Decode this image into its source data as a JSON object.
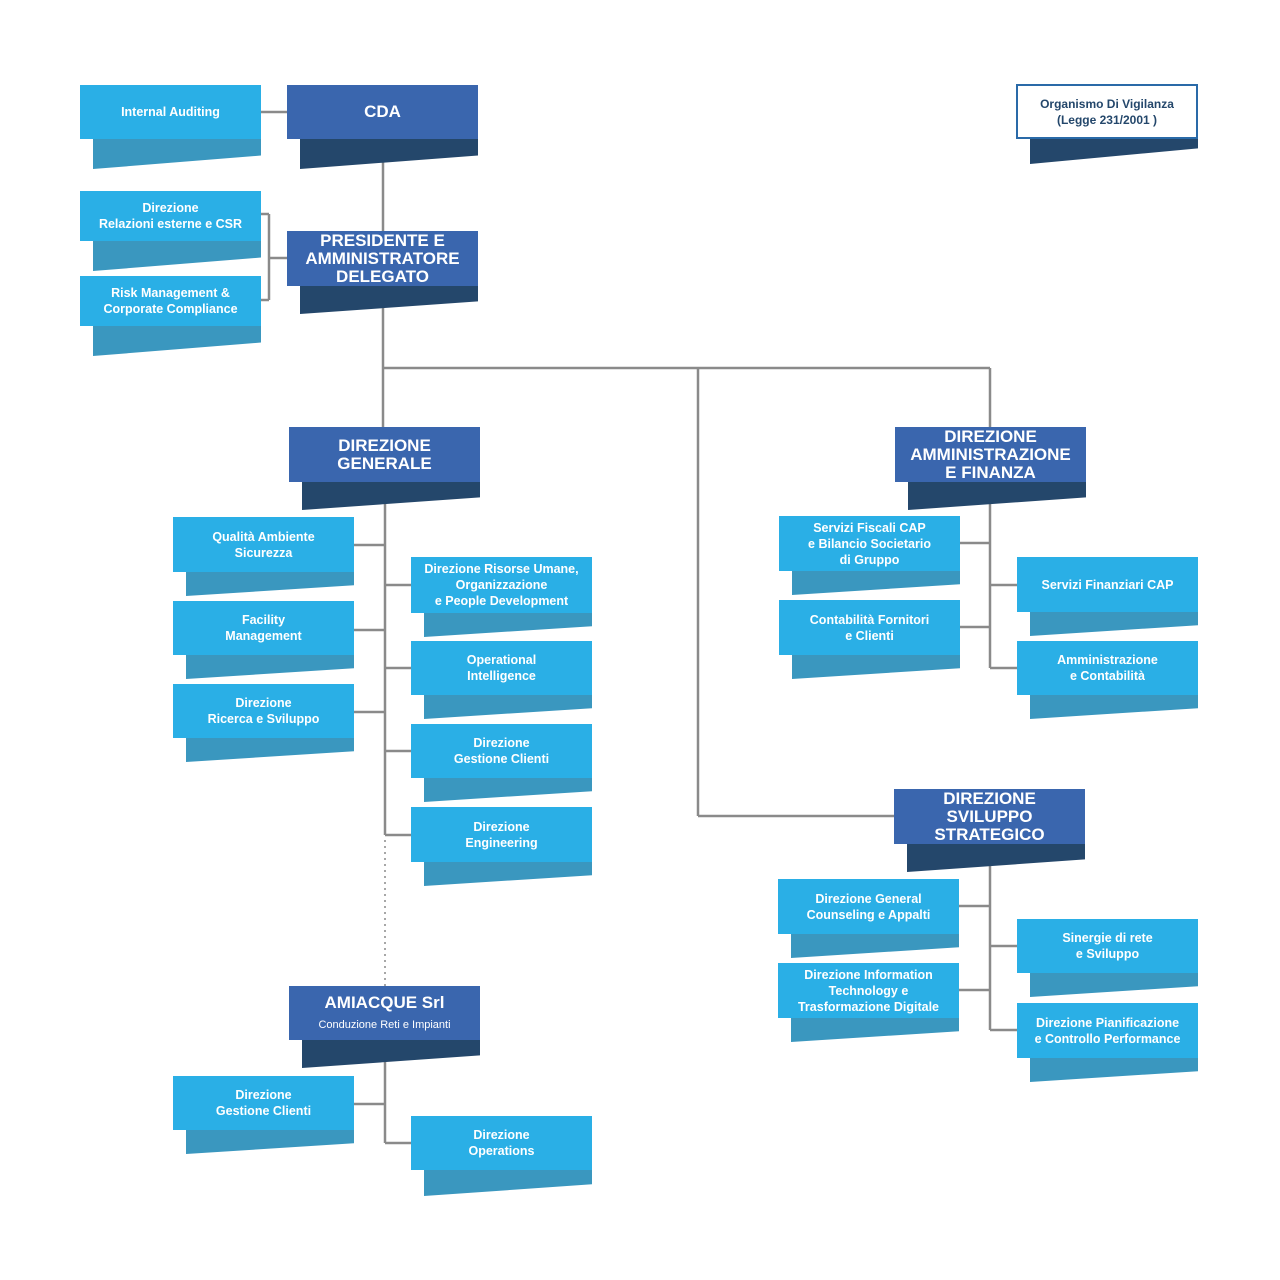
{
  "cda": "CDA",
  "internal_auditing": "Internal Auditing",
  "odv": [
    "Organismo Di Vigilanza",
    "(Legge 231/2001 )"
  ],
  "presidente": [
    "PRESIDENTE E",
    "AMMINISTRATORE",
    "DELEGATO"
  ],
  "relazioni_esterne": [
    "Direzione",
    "Relazioni esterne e CSR"
  ],
  "risk_management": [
    "Risk Management &",
    "Corporate Compliance"
  ],
  "direzione_generale": {
    "title": [
      "DIREZIONE",
      "GENERALE"
    ],
    "left": [
      [
        "Qualità Ambiente",
        "Sicurezza"
      ],
      [
        "Facility",
        "Management"
      ],
      [
        "Direzione",
        "Ricerca e Sviluppo"
      ]
    ],
    "right": [
      [
        "Direzione Risorse Umane,",
        "Organizzazione",
        "e People Development"
      ],
      [
        "Operational",
        "Intelligence"
      ],
      [
        "Direzione",
        "Gestione Clienti"
      ],
      [
        "Direzione",
        "Engineering"
      ]
    ]
  },
  "amiacque": {
    "title": "AMIACQUE Srl",
    "subtitle": "Conduzione Reti e Impianti",
    "left": [
      [
        "Direzione",
        "Gestione Clienti"
      ]
    ],
    "right": [
      [
        "Direzione",
        "Operations"
      ]
    ]
  },
  "amministrazione_finanza": {
    "title": [
      "DIREZIONE",
      "AMMINISTRAZIONE",
      "E FINANZA"
    ],
    "left": [
      [
        "Servizi Fiscali CAP",
        "e Bilancio Societario",
        "di Gruppo"
      ],
      [
        "Contabilità Fornitori",
        "e Clienti"
      ]
    ],
    "right": [
      [
        "Servizi Finanziari CAP"
      ],
      [
        "Amministrazione",
        "e Contabilità"
      ]
    ]
  },
  "sviluppo_strategico": {
    "title": [
      "DIREZIONE",
      "SVILUPPO",
      "STRATEGICO"
    ],
    "left": [
      [
        "Direzione General",
        "Counseling e Appalti"
      ],
      [
        "Direzione Information",
        "Technology e",
        "Trasformazione Digitale"
      ]
    ],
    "right": [
      [
        "Sinergie di rete",
        "e Sviluppo"
      ],
      [
        "Direzione Pianificazione",
        "e Controllo Performance"
      ]
    ]
  }
}
